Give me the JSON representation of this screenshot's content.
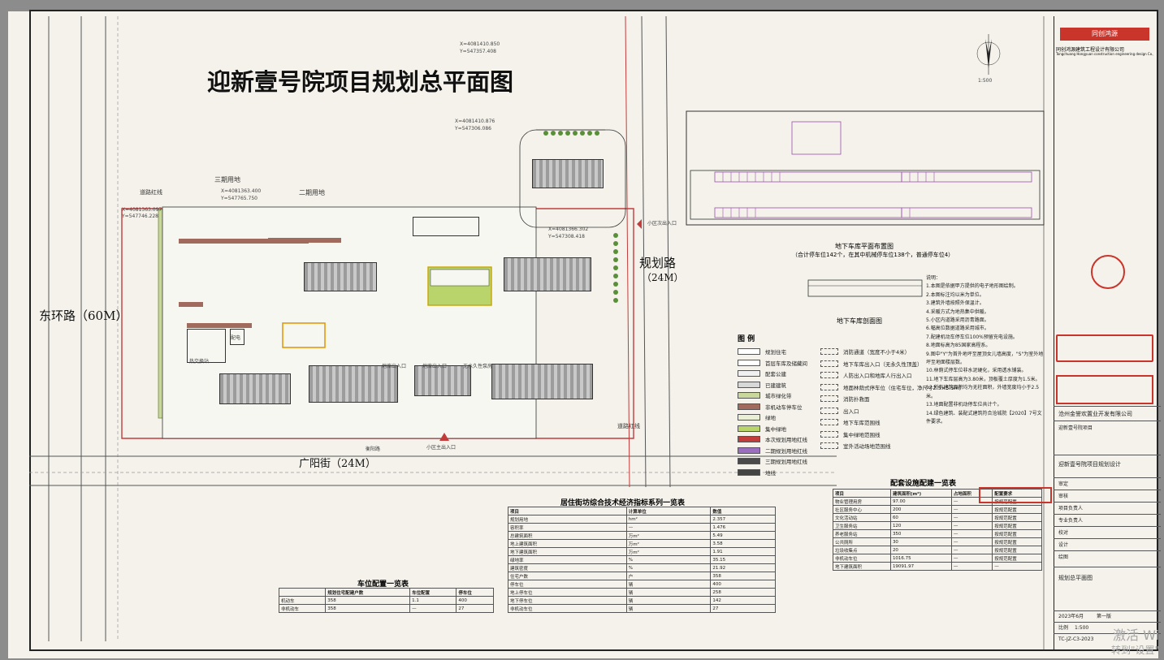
{
  "doc": {
    "title": "迎新壹号院项目规划总平面图",
    "roads": {
      "east": "东环路（60M）",
      "guiHua": "规划路",
      "guiHuaWidth": "（24M）",
      "guangYang": "广阳街（24M）",
      "daoLu": "道路红线"
    },
    "scale": "1:500",
    "coords": [
      "X=4081410.850",
      "Y=547357.408",
      "X=4081410.876",
      "Y=547306.086",
      "X=4081366.302",
      "Y=547308.418",
      "X=4081363.400",
      "Y=547765.750",
      "X=4081363.097",
      "Y=547746.228"
    ],
    "site_labels": {
      "sanQi": "三期用地",
      "erQi": "二期用地",
      "rexiang": "热交换站",
      "rukou1": "地库出入口",
      "rukou2": "地库出入口",
      "wuShui": "无水久性泵房",
      "xiaoQu": "小区主出入口",
      "xiaoQu2": "小区次出入口",
      "peiDian": "配电",
      "hengYang": "衡阳路"
    }
  },
  "garage": {
    "plan_title": "地下车库平面布置图",
    "plan_note": "（合计停车位142个，在其中机械停车位138个，普通停车位4）",
    "section_title": "地下车库剖面图"
  },
  "legend": {
    "title": "图  例",
    "items": [
      {
        "label": "规划住宅",
        "color": "#ffffff"
      },
      {
        "label": "首层车库及储藏间",
        "color": "#ffffff"
      },
      {
        "label": "配套公建",
        "color": "#f0f0f0"
      },
      {
        "label": "已建建筑",
        "color": "#d8d8d8"
      },
      {
        "label": "城市绿化带",
        "color": "#c7d89a"
      },
      {
        "label": "非机动车停车位",
        "color": "#a06a5c"
      },
      {
        "label": "绿地",
        "color": "#e8efd4"
      },
      {
        "label": "集中绿地",
        "color": "#b9d46a"
      },
      {
        "label": "本次规划用地红线",
        "color": "#c23c3c"
      },
      {
        "label": "二期规划用地红线",
        "color": "#9b6fbf"
      },
      {
        "label": "三期规划用地红线",
        "color": "#4a4a4a"
      },
      {
        "label": "地线",
        "color": "#444444"
      }
    ],
    "items2": [
      "消防通道（宽度不小于4米）",
      "地下车库出入口（无永久性顶盖）",
      "人防出入口和地库人行出入口",
      "地面林荫式停车位（住宅车位，净尺寸2.5×5.5m）",
      "消防扑救面",
      "出入口",
      "地下车库范围线",
      "集中绿地范围线",
      "室外活动场地范围线"
    ]
  },
  "notes": [
    "说明：",
    "1.本图是依据甲方提供的电子地形图绘制。",
    "2.本图标注均以米为单位。",
    "3.建筑外墙按照外保温计。",
    "4.采暖方式为地热集中供暖。",
    "5.小区内道路采用沥青路面。",
    "6.幅高位数据道路采用城市。",
    "7.配建机动车停车位100%预留充电设施。",
    "8.地面标高为85国家高程系。",
    "9.图中\"Y\"为首外地坪至屋顶女儿墙高度，\"S\"为室外地坪至地面楼层数。",
    "10.林荫式停车位非水泥硬化，采用透水铺装。",
    "11.地下车库层高为3.80米，顶板覆土厚度为1.5米。",
    "12.所有建筑面积均为无柱面积，外墙宽度均小于2.5米。",
    "13.地面配置非机动停车位共计个。",
    "14.绿色建筑、装配式建筑符合沧城院【2020】7号文件要求。"
  ],
  "tables": {
    "econ_title": "居住街坊综合技术经济指标系列一览表",
    "econ_head": [
      "项目",
      "计算单位",
      "数值"
    ],
    "econ_rows": [
      [
        "规划用地",
        "hm²",
        "2.357"
      ],
      [
        "容积率",
        "—",
        "1.476"
      ],
      [
        "总建筑面积",
        "万m²",
        "5.49"
      ],
      [
        "地上建筑面积",
        "万m²",
        "3.58"
      ],
      [
        "地下建筑面积",
        "万m²",
        "1.91"
      ],
      [
        "绿地率",
        "%",
        "35.15"
      ],
      [
        "建筑密度",
        "%",
        "21.92"
      ],
      [
        "住宅户数",
        "户",
        "358"
      ],
      [
        "停车位",
        "辆",
        "400"
      ],
      [
        "地上停车位",
        "辆",
        "258"
      ],
      [
        "地下停车位",
        "辆",
        "142"
      ],
      [
        "非机动车位",
        "辆",
        "27"
      ]
    ],
    "facility_title": "配套设施配建一览表",
    "facility_head": [
      "项目",
      "建筑面积(m²)",
      "占地面积",
      "配置要求"
    ],
    "facility_rows": [
      [
        "物业管理用房",
        "97.00",
        "—",
        "按规范配置"
      ],
      [
        "社区服务中心",
        "200",
        "—",
        "按规范配置"
      ],
      [
        "文化活动站",
        "60",
        "—",
        "按规范配置"
      ],
      [
        "卫生服务站",
        "120",
        "—",
        "按规范配置"
      ],
      [
        "养老服务站",
        "350",
        "—",
        "按规范配置"
      ],
      [
        "公共厕所",
        "30",
        "—",
        "按规范配置"
      ],
      [
        "垃圾收集点",
        "20",
        "—",
        "按规范配置"
      ],
      [
        "非机动车位",
        "1016.75",
        "—",
        "按规范配置"
      ],
      [
        "地下建筑面积",
        "19091.97",
        "—",
        "—"
      ]
    ],
    "parking_title": "车位配置一览表",
    "parking_head": [
      "",
      "规划住宅配建户数",
      "车位配置",
      "停车位"
    ],
    "parking_rows": [
      [
        "机动车",
        "358",
        "1.1",
        "400"
      ],
      [
        "非机动车",
        "358",
        "—",
        "27"
      ]
    ]
  },
  "titleblock": {
    "company": "同创鸿源建筑工程设计有限公司",
    "company_en": "Tongchuang Hongyuan construction engineering design Co., LTD",
    "developer": "沧州金誉欢置业开发有限公司",
    "project": "迎新壹号院项目",
    "project_plan": "迎新壹号院项目规划设计",
    "drawing": "规划总平面图",
    "date": "2023年6月",
    "scale_label": "比例",
    "scale": "1:500",
    "number": "TC-JZ-C3-2023",
    "sheet_label": "第一版",
    "roles": [
      "审定",
      "审核",
      "项目负责人",
      "专业负责人",
      "校对",
      "设计",
      "绘图"
    ]
  },
  "watermark": {
    "line1": "激活 Wi",
    "line2": "转到\"设置\""
  }
}
